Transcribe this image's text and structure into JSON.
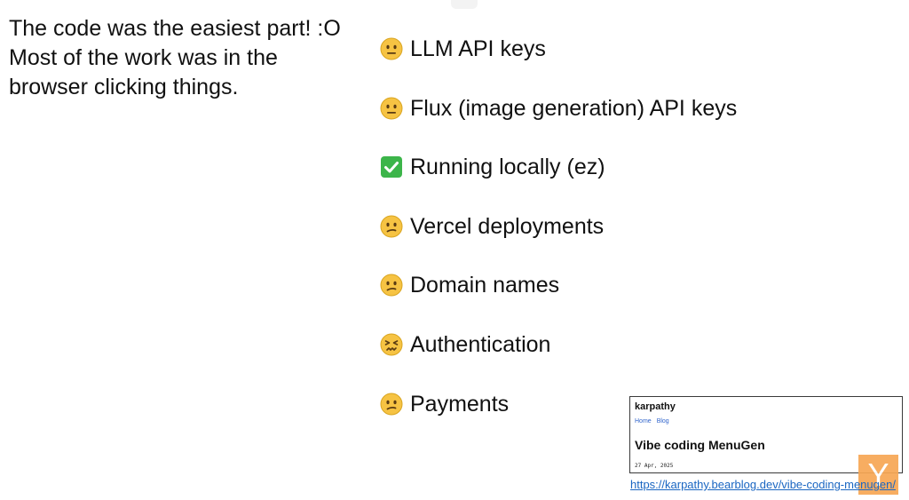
{
  "intro": {
    "line1": "The code was the easiest part! :O",
    "line2": "Most of the work was in the",
    "line3": "browser clicking things."
  },
  "items": [
    {
      "emoji": "neutral-face-icon",
      "label": "LLM API keys"
    },
    {
      "emoji": "neutral-face-icon",
      "label": "Flux (image generation) API keys"
    },
    {
      "emoji": "green-check-icon",
      "label": "Running locally (ez)"
    },
    {
      "emoji": "confused-face-icon",
      "label": "Vercel deployments"
    },
    {
      "emoji": "confused-face-icon",
      "label": "Domain names"
    },
    {
      "emoji": "confounded-face-icon",
      "label": "Authentication"
    },
    {
      "emoji": "confused-face-icon",
      "label": "Payments"
    }
  ],
  "blog": {
    "site": "karpathy",
    "nav": [
      "Home",
      "Blog"
    ],
    "post_title": "Vibe coding MenuGen",
    "date": "27 Apr, 2025",
    "url": "https://karpathy.bearblog.dev/vibe-coding-menugen/"
  },
  "logo": {
    "letter": "Y",
    "color": "#f7a754"
  },
  "colors": {
    "link": "#1a66c2",
    "emoji_yellow": "#f6c343",
    "check_green": "#3cb54a"
  }
}
